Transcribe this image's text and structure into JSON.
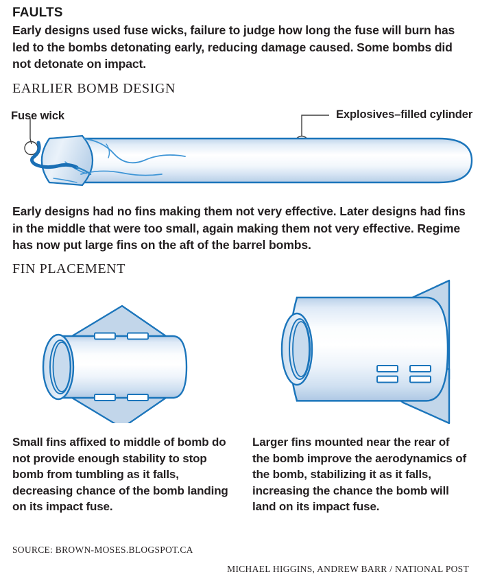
{
  "graphic": {
    "title": "FAULTS",
    "intro_paragraph": "Early designs used fuse wicks, failure to judge how long the fuse will burn has led to the bombs detonating early, reducing damage caused. Some bombs did not detonate on impact.",
    "mid_paragraph": "Early designs had no fins making them not very effective. Later designs had fins in the middle that were too small, again making them not very effective. Regime has now put large fins on the aft of the barrel bombs.",
    "source_line": "SOURCE: BROWN-MOSES.BLOGSPOT.CA",
    "credit_line": "MICHAEL HIGGINS, ANDREW BARR / NATIONAL POST"
  },
  "earlier_bomb": {
    "heading": "EARLIER BOMB DESIGN",
    "callouts": [
      {
        "label": "Fuse wick",
        "icon": "leader-circle-icon"
      },
      {
        "label": "Explosives–filled cylinder",
        "icon": "leader-circle-icon"
      }
    ]
  },
  "fin_placement": {
    "heading": "FIN PLACEMENT",
    "panels": [
      {
        "id": "small-fins",
        "caption": "Small fins affixed to middle of bomb do not provide enough stability to stop bomb from tumbling as it falls, decreasing chance of the bomb landing on its impact fuse."
      },
      {
        "id": "large-fins",
        "caption": "Larger fins mounted near the rear of the bomb improve the aerodynamics of the bomb, stabilizing it as it falls, increasing the chance the bomb will land on its impact fuse."
      }
    ]
  },
  "colors": {
    "outline_blue": "#1b75bb",
    "fin_fill": "#c2d6ea",
    "metal_light": "#ffffff",
    "metal_mid": "#dbe7f4",
    "metal_shadow": "#b9d0e8",
    "fuse_blue": "#1a6fb5",
    "leader_line": "#3f3f3f",
    "text": "#231f20",
    "background": "#ffffff"
  }
}
